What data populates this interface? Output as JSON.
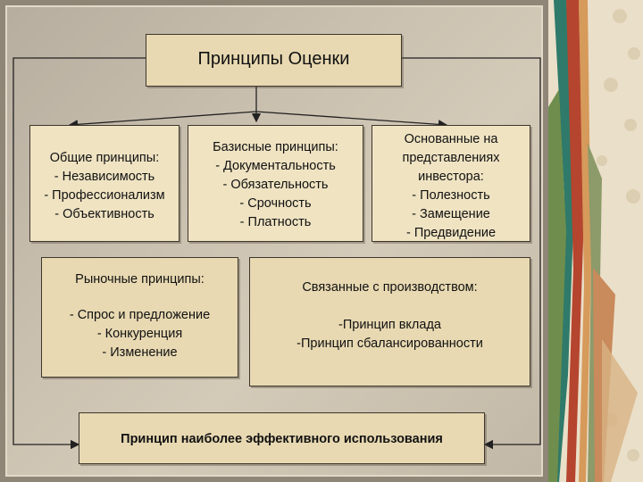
{
  "title": "Принципы Оценки",
  "general": {
    "heading": "Общие принципы:",
    "items": [
      "- Независимость",
      "- Профессионализм",
      "- Объективность"
    ]
  },
  "basic": {
    "heading": "Базисные принципы:",
    "items": [
      "- Документальность",
      "- Обязательность",
      "- Срочность",
      "- Платность"
    ]
  },
  "investor": {
    "heading_line1": "Основанные на",
    "heading_line2": "представлениях",
    "heading_line3": "инвестора:",
    "items": [
      "- Полезность",
      "- Замещение",
      "- Предвидение"
    ]
  },
  "market": {
    "heading": "Рыночные принципы:",
    "items": [
      "- Спрос и предложение",
      "- Конкуренция",
      "- Изменение"
    ]
  },
  "production": {
    "heading": "Связанные с производством:",
    "items": [
      "-Принцип вклада",
      "-Принцип сбалансированности"
    ]
  },
  "best_use": "Принцип наиболее эффективного использования"
}
